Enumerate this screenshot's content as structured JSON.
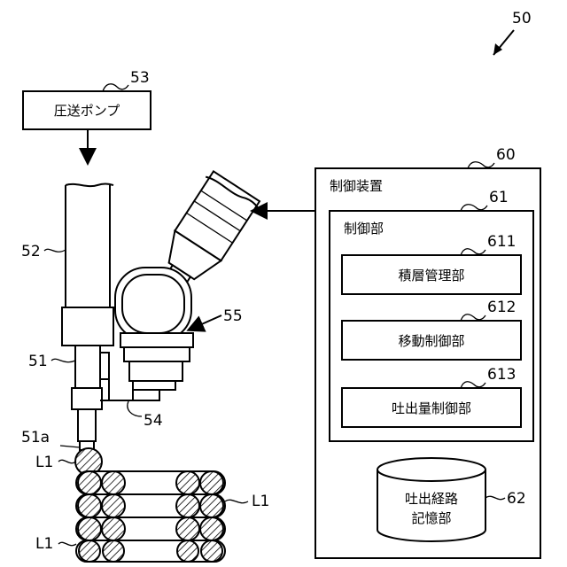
{
  "figure": {
    "ref_system": "50",
    "pump": {
      "ref": "53",
      "label": "圧送ポンプ"
    },
    "supply_pipe_ref": "52",
    "nozzle_ref": "51",
    "nozzle_tip_ref": "51a",
    "bracket_ref": "54",
    "robot_ref": "55",
    "layer_label": "L1",
    "controller": {
      "ref": "60",
      "title": "制御装置",
      "control_unit": {
        "ref": "61",
        "title": "制御部",
        "modules": [
          {
            "ref": "611",
            "label": "積層管理部"
          },
          {
            "ref": "612",
            "label": "移動制御部"
          },
          {
            "ref": "613",
            "label": "吐出量制御部"
          }
        ]
      },
      "storage": {
        "ref": "62",
        "label_line1": "吐出経路",
        "label_line2": "記憶部"
      }
    }
  }
}
